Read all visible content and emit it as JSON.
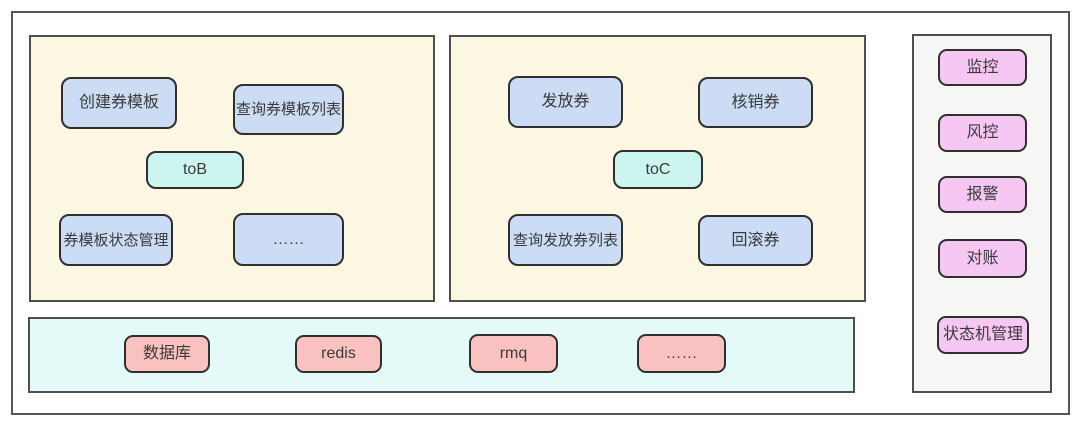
{
  "colors": {
    "panel_bg": "#fbf7e2",
    "ops_panel_bg": "#f6f6f5",
    "infra_bar_bg": "#e3faf8",
    "service_box_bg": "#cbdcf4",
    "tag_box_bg": "#ccf5ef",
    "infra_box_bg": "#f9c2c1",
    "ops_box_bg": "#f7c7f3",
    "box_border": "#2f2f2f",
    "panel_border": "#4f4f4f",
    "text": "#3a3a3a"
  },
  "tob_panel": {
    "top_boxes": [
      "创建券模板",
      "查询券模板列表"
    ],
    "tag": "toB",
    "bottom_boxes": [
      "券模板状态管理",
      "……"
    ]
  },
  "toc_panel": {
    "top_boxes": [
      "发放券",
      "核销券"
    ],
    "tag": "toC",
    "bottom_boxes": [
      "查询发放券列表",
      "回滚券"
    ]
  },
  "infra_bar": {
    "items": [
      "数据库",
      "redis",
      "rmq",
      "……"
    ]
  },
  "ops_column": {
    "items": [
      "监控",
      "风控",
      "报警",
      "对账",
      "状态机管理"
    ]
  }
}
